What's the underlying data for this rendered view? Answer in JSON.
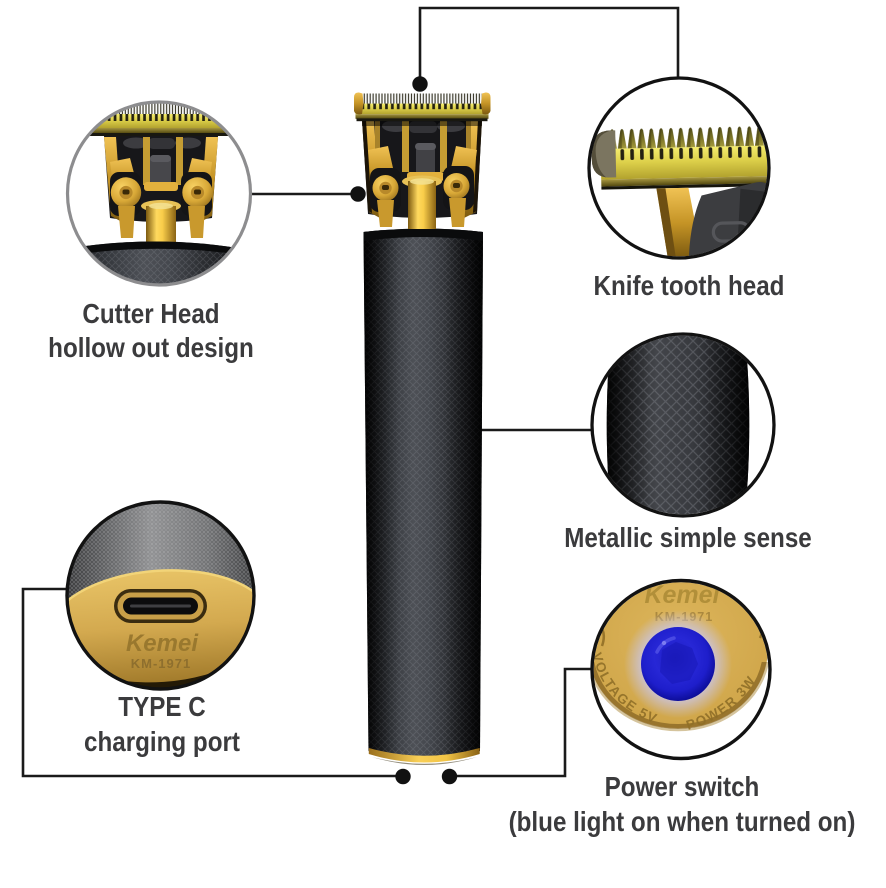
{
  "product": {
    "brand": "Kemei",
    "model": "KM-1971",
    "engravings": {
      "brand_port_cap": "Kemei",
      "model_port_cap": "KM-1971",
      "brand_power_cap": "Kemei",
      "model_power_cap": "KM-1971",
      "voltage": "VOLTAGE 5V",
      "power": "POWER 3W"
    }
  },
  "callouts": {
    "cutter_head": {
      "line1": "Cutter Head",
      "line2": "hollow out design"
    },
    "knife_tooth": {
      "line1": "Knife tooth head"
    },
    "metallic": {
      "line1": "Metallic simple sense"
    },
    "type_c": {
      "line1": "TYPE C",
      "line2": "charging port"
    },
    "power_switch": {
      "line1": "Power switch",
      "line2": "(blue light on when turned on)"
    }
  },
  "colors": {
    "background": "#ffffff",
    "label_text": "#3b3b3d",
    "callout_line": "#1a1a1a",
    "gold": "#d2a94f",
    "blade_yellow": "#ddd04a",
    "body_dark": "#232528",
    "led_blue": "#1616bc",
    "ring_gray": "#8d8d8f",
    "ring_black": "#141414"
  }
}
